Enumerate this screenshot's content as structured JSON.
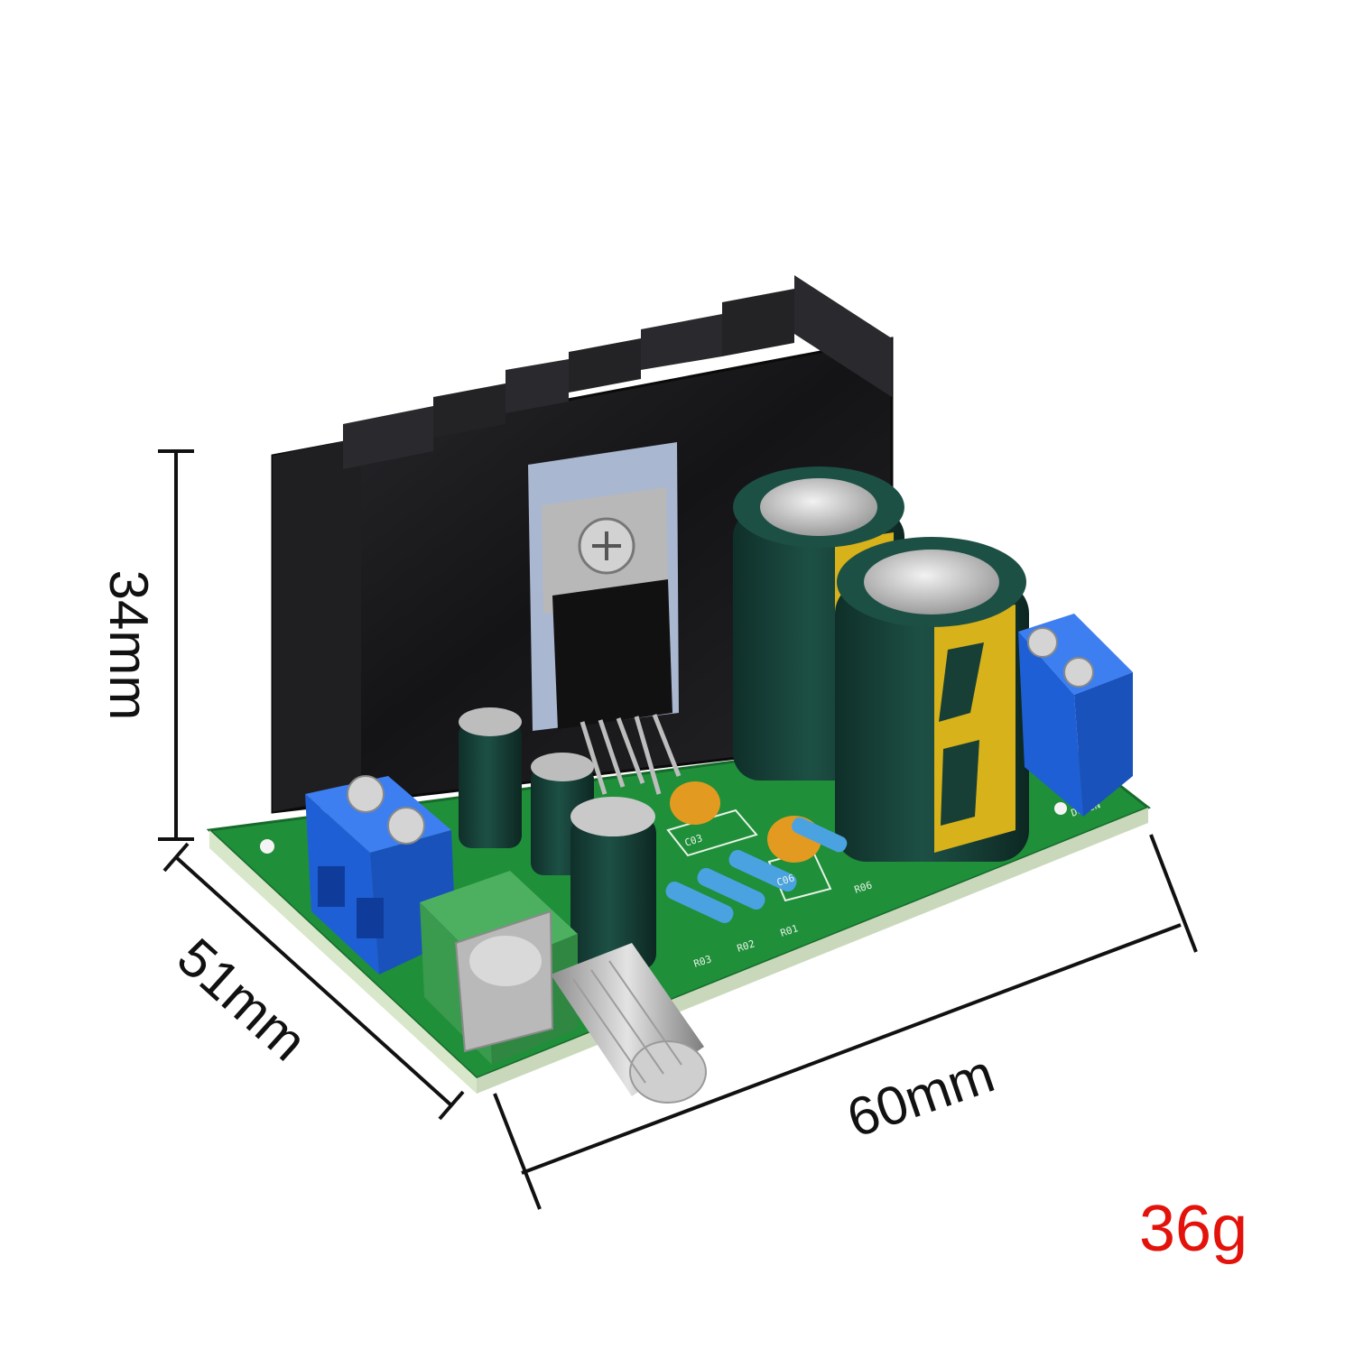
{
  "dimensions": {
    "height": "34mm",
    "depth": "51mm",
    "width": "60mm"
  },
  "weight": "36g",
  "colors": {
    "weight_text": "#e3120b",
    "dimension_text": "#111111",
    "pcb": "#1f8f3a",
    "heatsink": "#1a1a1c",
    "terminal_block": "#1f5fd6",
    "potentiometer": "#3a9a4e",
    "capacitor": "#16433a",
    "capacitor_band": "#d7b21a"
  },
  "board_labels": {
    "dc_in": "DC IN",
    "r01": "R01",
    "r02": "R02",
    "r03": "R03",
    "r06": "R06",
    "c03": "C03",
    "c06": "C06"
  }
}
